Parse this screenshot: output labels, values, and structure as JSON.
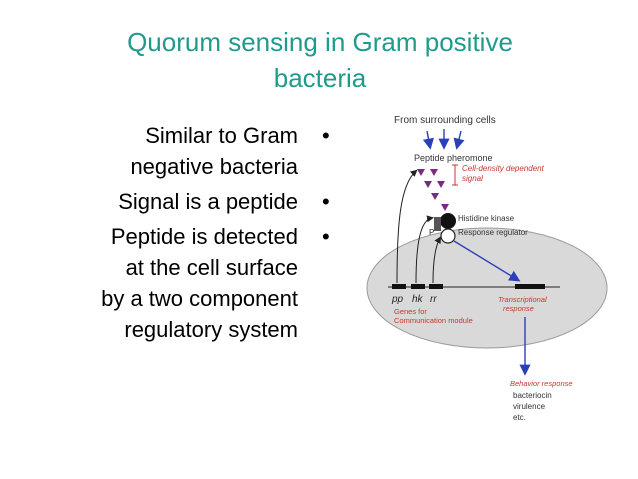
{
  "slide": {
    "title_line1": "Quorum sensing in Gram positive",
    "title_line2": "bacteria",
    "bullet_glyph": "•",
    "bullets": [
      {
        "lines": [
          "Similar to Gram",
          "negative bacteria"
        ]
      },
      {
        "lines": [
          "Signal is a peptide"
        ]
      },
      {
        "lines": [
          "Peptide is detected",
          "at the cell surface",
          "by a two component",
          "regulatory system"
        ]
      }
    ]
  },
  "diagram": {
    "from_cells": "From surrounding cells",
    "pheromone": "Peptide pheromone",
    "cell_density_1": "Cell-density dependent",
    "cell_density_2": "signal",
    "histidine_kinase": "Histidine kinase",
    "response_regulator": "Response regulator",
    "p_label": "P",
    "gene_pp": "pp",
    "gene_hk": "hk",
    "gene_rr": "rr",
    "genes_for_1": "Genes for",
    "genes_for_2": "Communication module",
    "transcriptional_1": "Transcriptional",
    "transcriptional_2": "response",
    "behavior": "Behavior response",
    "bacteriocin": "bacteriocin",
    "virulence": "virulence",
    "etc": "etc.",
    "colors": {
      "title": "#1f9b8c",
      "cell_fill": "#d9d9d9",
      "pheromone": "#7b2a82",
      "red_label": "#c0392b",
      "blue_arrow": "#2a3fb8",
      "dark_text": "#333333"
    }
  }
}
